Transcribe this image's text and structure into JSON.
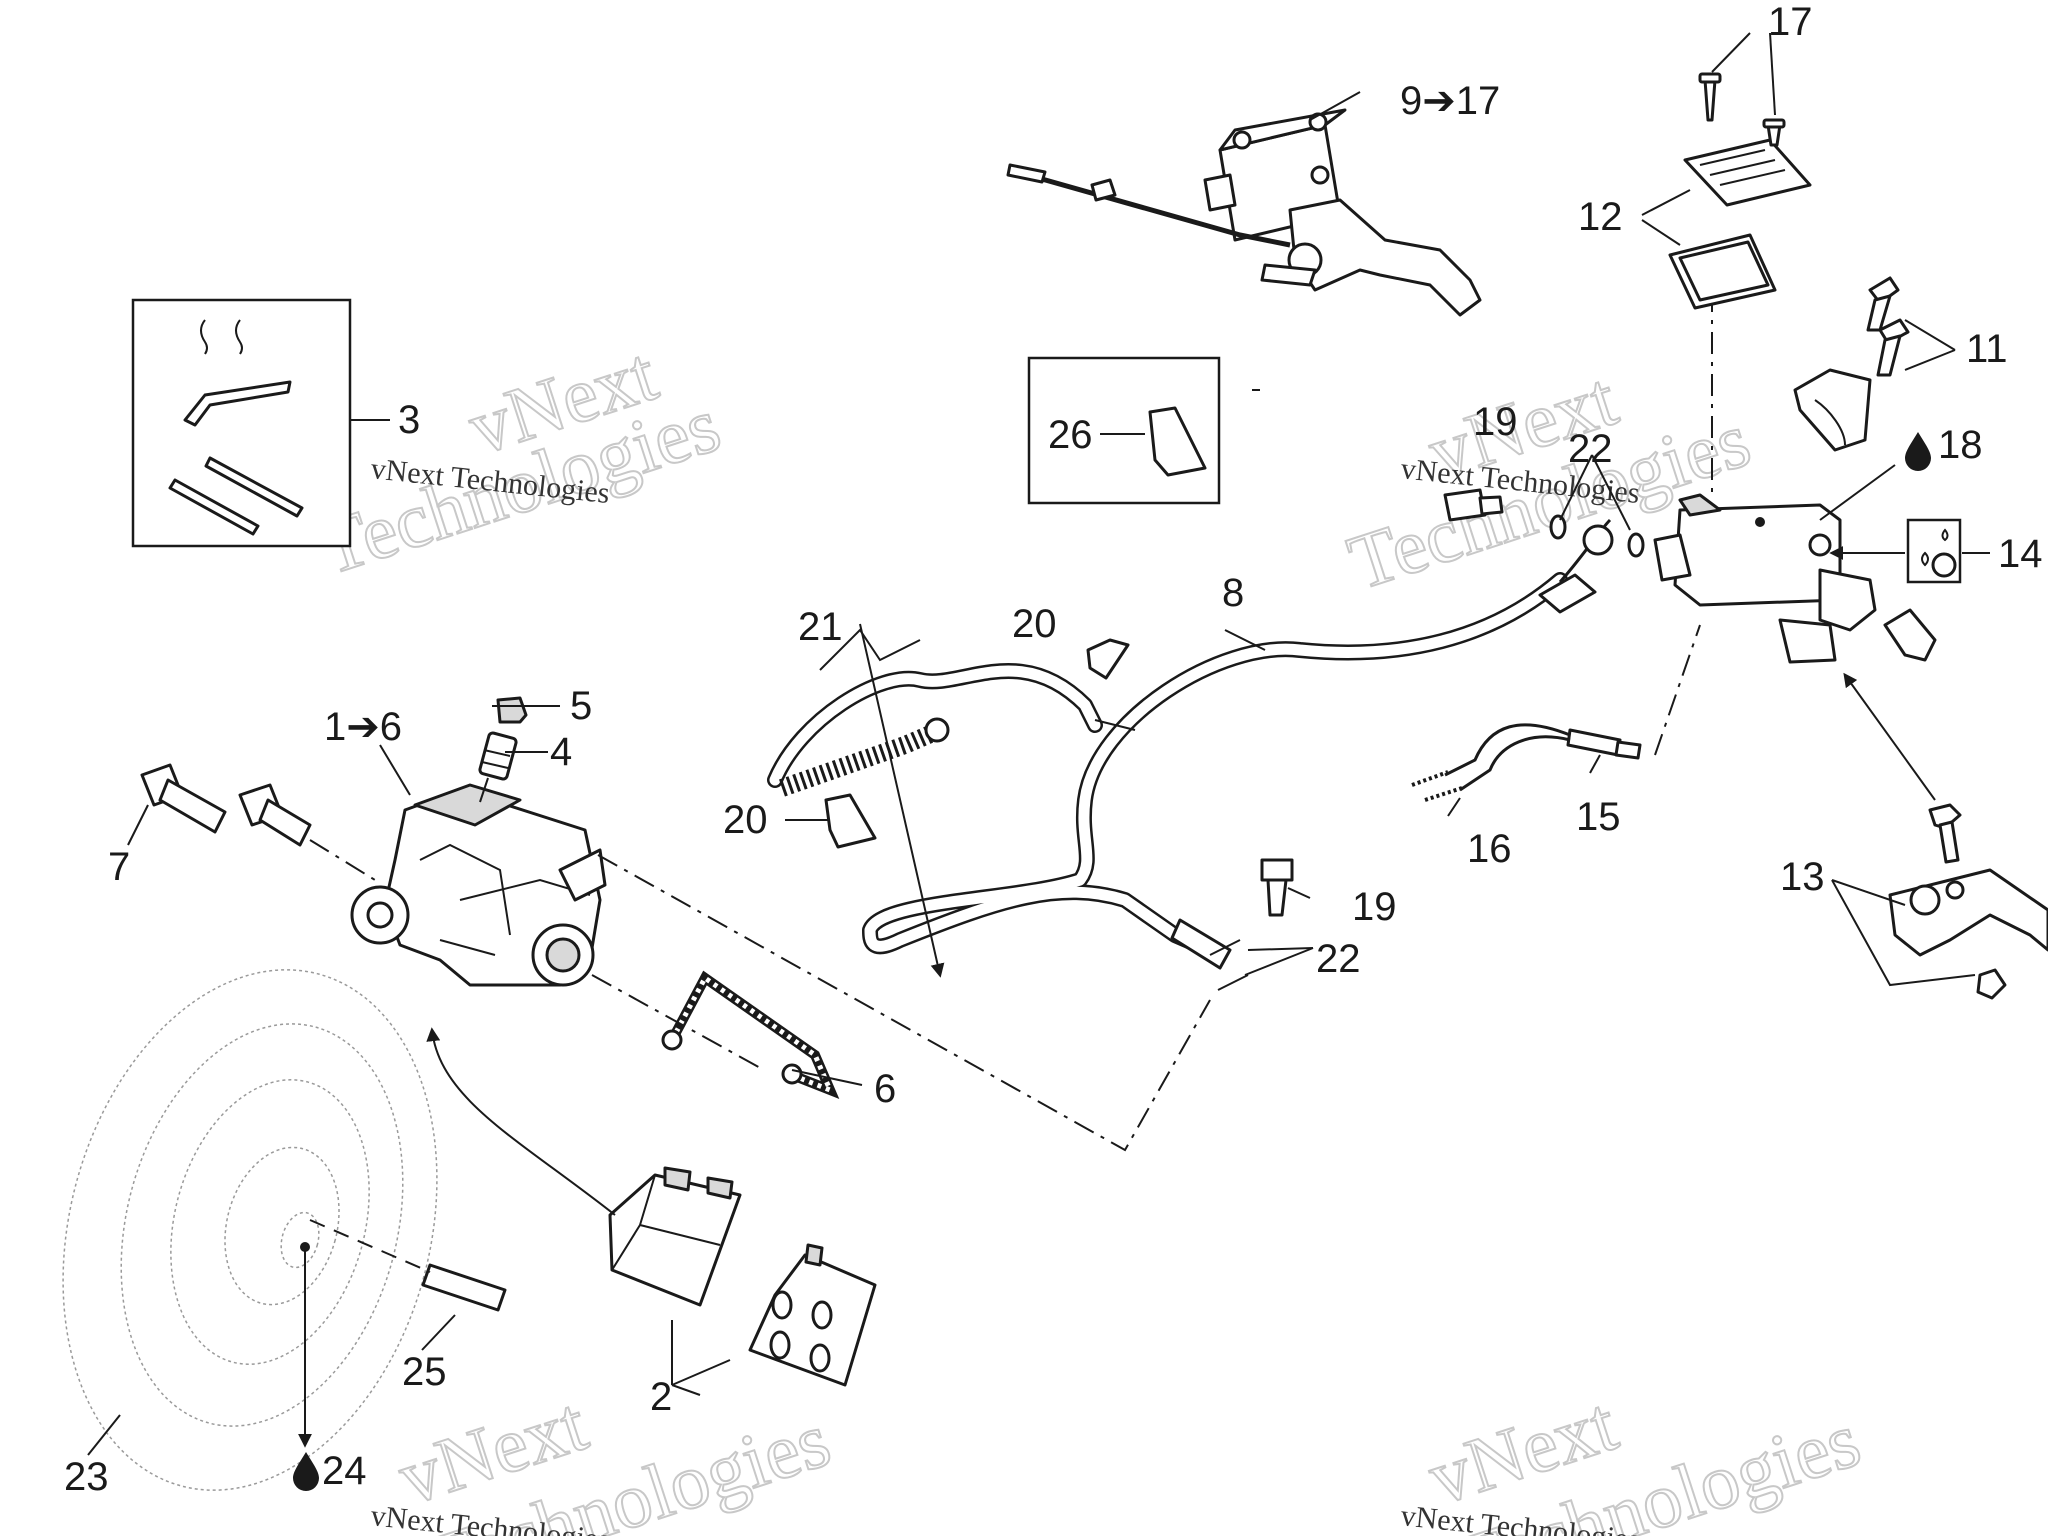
{
  "callouts": {
    "c1": "1➔6",
    "c2": "2",
    "c3": "3",
    "c4": "4",
    "c5": "5",
    "c6": "6",
    "c7": "7",
    "c8": "8",
    "c9": "9➔17",
    "c11": "11",
    "c12": "12",
    "c13": "13",
    "c14": "14",
    "c15": "15",
    "c16": "16",
    "c17": "17",
    "c18": "18",
    "c19a": "19",
    "c19b": "19",
    "c20a": "20",
    "c20b": "20",
    "c21": "21",
    "c22a": "22",
    "c22b": "22",
    "c23": "23",
    "c24": "24",
    "c25": "25",
    "c26": "26"
  },
  "watermark": {
    "brand": "vNext",
    "word": "Technologies",
    "line": "vNext Technologies"
  },
  "icons": {
    "fluid_drop": "oil-drop-icon",
    "arrow": "right-arrow-icon"
  }
}
